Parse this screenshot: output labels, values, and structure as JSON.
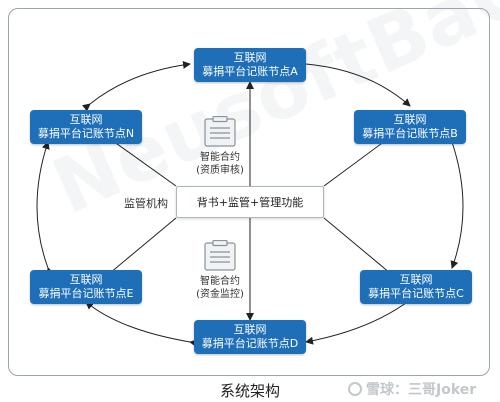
{
  "nodes": {
    "a": {
      "line1": "互联网",
      "line2": "募捐平台记账节点A"
    },
    "b": {
      "line1": "互联网",
      "line2": "募捐平台记账节点B"
    },
    "c": {
      "line1": "互联网",
      "line2": "募捐平台记账节点C"
    },
    "d": {
      "line1": "互联网",
      "line2": "募捐平台记账节点D"
    },
    "e": {
      "line1": "互联网",
      "line2": "募捐平台记账节点E"
    },
    "n": {
      "line1": "互联网",
      "line2": "募捐平台记账节点N"
    }
  },
  "center_box": "背书+监管+管理功能",
  "regulator_label": "监管机构",
  "contract_top": {
    "line1": "智能合约",
    "line2": "(资质审核)"
  },
  "contract_bottom": {
    "line1": "智能合约",
    "line2": "(资金监控)"
  },
  "caption": "系统架构",
  "watermark": "雪球：三哥Joker",
  "background_watermark": "NeusoftBaCaEc",
  "colors": {
    "node_fill": "#1f6fb8",
    "arrow": "#222222",
    "frame": "#9aa4ad"
  },
  "icons": [
    "document-icon",
    "document-icon"
  ]
}
